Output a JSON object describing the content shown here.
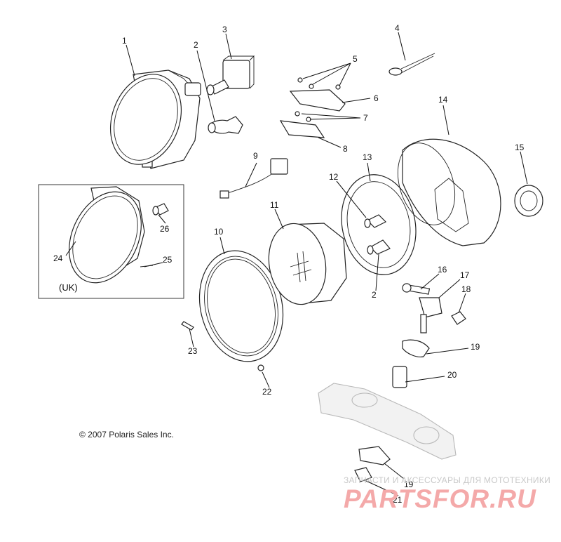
{
  "diagram": {
    "copyright": "© 2007 Polaris Sales Inc.",
    "inset_label": "(UK)",
    "callouts": {
      "c1": "1",
      "c2a": "2",
      "c2b": "2",
      "c3": "3",
      "c4": "4",
      "c5": "5",
      "c6": "6",
      "c7": "7",
      "c8": "8",
      "c9": "9",
      "c10": "10",
      "c11": "11",
      "c12": "12",
      "c13": "13",
      "c14": "14",
      "c15": "15",
      "c16": "16",
      "c17": "17",
      "c18": "18",
      "c19a": "19",
      "c19b": "19",
      "c20": "20",
      "c21": "21",
      "c22": "22",
      "c23": "23",
      "c24": "24",
      "c25": "25",
      "c26": "26"
    }
  },
  "watermark": {
    "tagline": "ЗАПЧАСТИ И АКСЕССУАРЫ ДЛЯ МОТОТЕХНИКИ",
    "brand": "PARTSFOR.RU",
    "brand_color": "#f4a9a9"
  }
}
